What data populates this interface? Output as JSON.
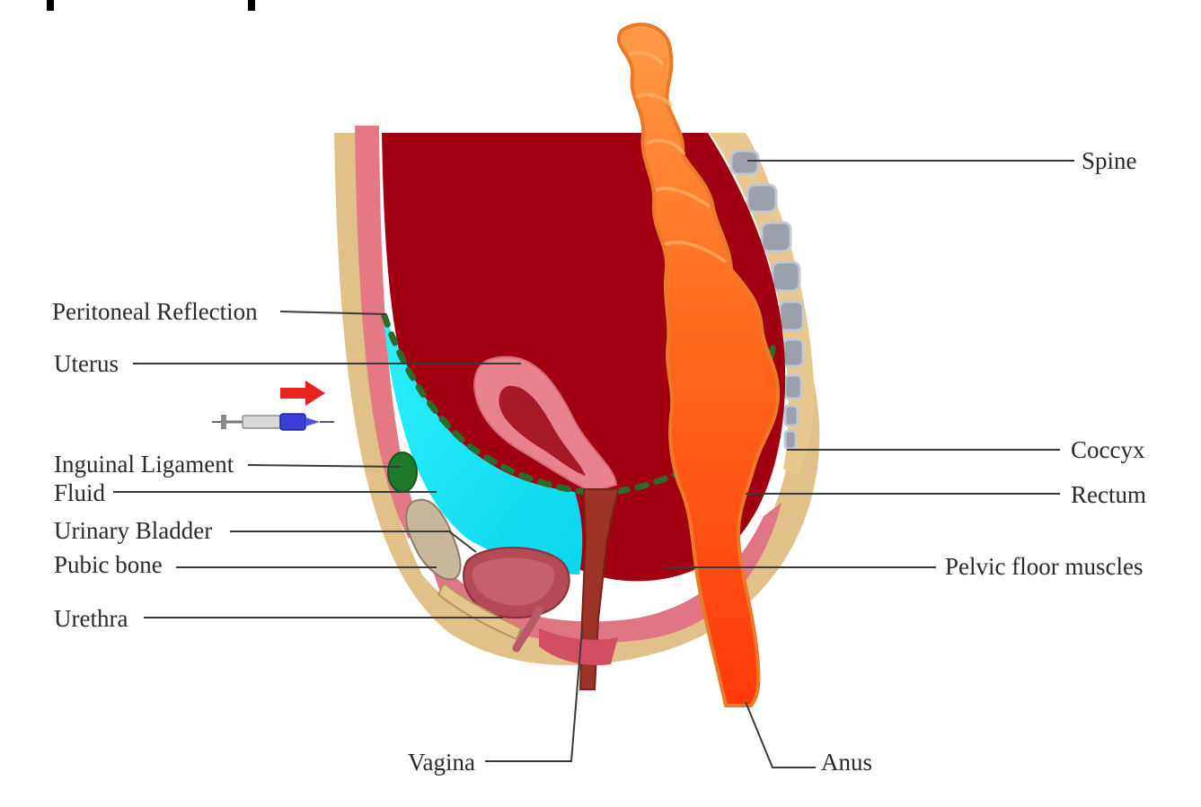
{
  "labels": {
    "spine": "Spine",
    "peritoneal_reflection": "Peritoneal Reflection",
    "uterus": "Uterus",
    "inguinal_ligament": "Inguinal Ligament",
    "fluid": "Fluid",
    "urinary_bladder": "Urinary Bladder",
    "pubic_bone": "Pubic bone",
    "urethra": "Urethra",
    "coccyx": "Coccyx",
    "rectum": "Rectum",
    "pelvic_floor_muscles": "Pelvic floor muscles",
    "vagina": "Vagina",
    "anus": "Anus"
  },
  "colors": {
    "pelvic_cavity": "#a0000f",
    "fluid": "#16e3f5",
    "colon": "#ff5a12",
    "outer_wall": "#e2c08a",
    "pink_wall": "#e47883",
    "vertebra": "#9aa1ad",
    "arrow": "#e8221c"
  },
  "icons": {
    "arrow": "red-arrow-icon",
    "syringe": "syringe-icon"
  }
}
